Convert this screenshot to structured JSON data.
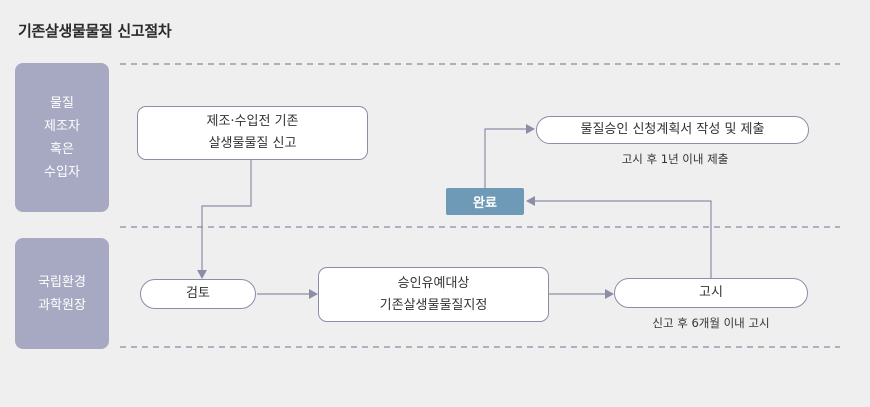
{
  "title": "기존살생물물질 신고절차",
  "lanes": {
    "applicant": [
      "물질",
      "제조자",
      "혹은",
      "수입자"
    ],
    "institute": [
      "국립환경",
      "과학원장"
    ]
  },
  "boxes": {
    "declare": [
      "제조·수입전 기존",
      "살생물물질 신고"
    ],
    "submit": "물질승인 신청계획서 작성 및 제출",
    "review": "검토",
    "designate": [
      "승인유예대상",
      "기존살생물물질지정"
    ],
    "announce": "고시",
    "done": "완료"
  },
  "notes": {
    "submit_deadline": "고시 후 1년 이내 제출",
    "announce_deadline": "신고 후 6개월 이내 고시"
  },
  "colors": {
    "lane_label": "#a7a9c2",
    "box_border": "#8c8ea8",
    "done_fill": "#6f9ab7",
    "arrow": "#8c8ea8"
  }
}
